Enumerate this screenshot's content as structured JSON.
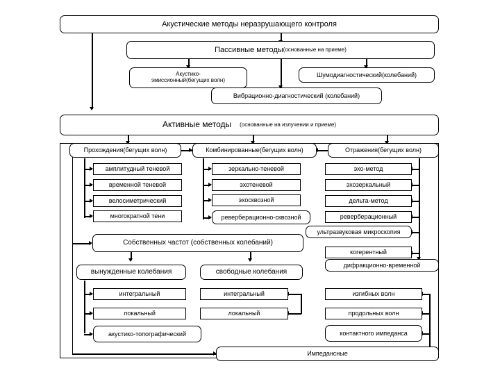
{
  "diagram": {
    "title": "Акустические методы неразрушающего контроля",
    "root": {
      "label": "Акустические методы неразрушающего контроля"
    },
    "passive": {
      "header": "Пассивные методы",
      "header_note": "(основанные на приеме)",
      "children": [
        {
          "label": "Акустико-",
          "label2": "эмиссионный(бегущих волн)"
        },
        {
          "label": "Шумодиагностический(колебаний)"
        },
        {
          "label": "Вибрационно-диагностический  (колебаний)"
        }
      ]
    },
    "active": {
      "header": "Активные методы",
      "header_note": "(основанные на излучении и приеме)",
      "columns": [
        {
          "head": "Прохождения(бегущих волн)",
          "items": [
            "амплитудный теневой",
            "временной теневой",
            "велосиметрический",
            "многократной тени"
          ]
        },
        {
          "head": "Комбинированные(бегущих волн)",
          "items": [
            "зеркально-теневой",
            "эхотеневой",
            "эхосквозной",
            "реверберационно-сквозной"
          ]
        },
        {
          "head": "Отражения(бегущих волн)",
          "items": [
            "эхо-метод",
            "эхозеркальный",
            "дельта-метод",
            "реверберационный",
            "ультразвуковая  микроскопия",
            "когерентный",
            "дифракционно-временной"
          ]
        }
      ]
    },
    "eigen": {
      "head": "Собственных частот (собственных колебаний)",
      "left_branch": {
        "head": "вынужденные колебания",
        "items": [
          "интегральный",
          "локальный",
          "акустико-топографический"
        ]
      },
      "right_branch": {
        "head": "свободные колебания",
        "items": [
          "интегральный",
          "локальный"
        ]
      }
    },
    "impedance": {
      "head": "Импедансные",
      "items": [
        "изгибных волн",
        "продольных волн",
        "контактного импеданса"
      ]
    },
    "colors": {
      "line": "#000000",
      "fill": "#ffffff",
      "text": "#000000"
    }
  }
}
